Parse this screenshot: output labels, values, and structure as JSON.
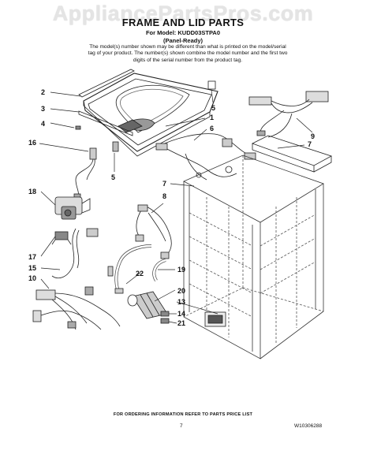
{
  "watermark": "AppliancePartsPros.com",
  "title": "FRAME AND LID PARTS",
  "model_line": "For Model: KUDD03STPA0",
  "variant": "(Panel-Ready)",
  "note": "The model(s) number shown may be different than what is printed on the model/serial tag of your product. The number(s) shown combine the model number and the first two digits of the serial number from the product tag.",
  "callouts": [
    "2",
    "3",
    "4",
    "16",
    "18",
    "17",
    "15",
    "10",
    "5",
    "1",
    "6",
    "9",
    "7",
    "7",
    "8",
    "22",
    "19",
    "20",
    "13",
    "14",
    "21",
    "5"
  ],
  "footer_note": "FOR ORDERING INFORMATION REFER TO PARTS PRICE LIST",
  "page_number": "7",
  "document_number": "W10306288"
}
